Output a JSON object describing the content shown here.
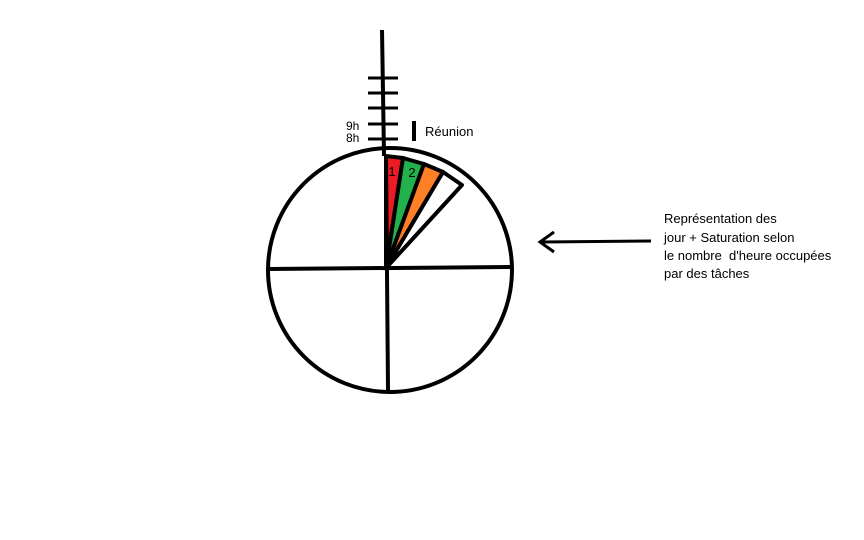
{
  "axis": {
    "hour_labels": [
      "9h",
      "8h"
    ]
  },
  "legend": {
    "meeting_label": "Réunion"
  },
  "wheel": {
    "sectors": [
      {
        "label": "1",
        "color": "#ed1c24"
      },
      {
        "label": "2",
        "color": "#22b14c"
      },
      {
        "label": "",
        "color": "#ff7f27"
      },
      {
        "label": "",
        "color": "#ffffff"
      }
    ]
  },
  "annotation": {
    "lines": [
      "Représentation des",
      "jour + Saturation selon",
      "le nombre  d'heure occupées",
      "par des tâches"
    ],
    "arrow_icon": "left-arrow-icon"
  }
}
